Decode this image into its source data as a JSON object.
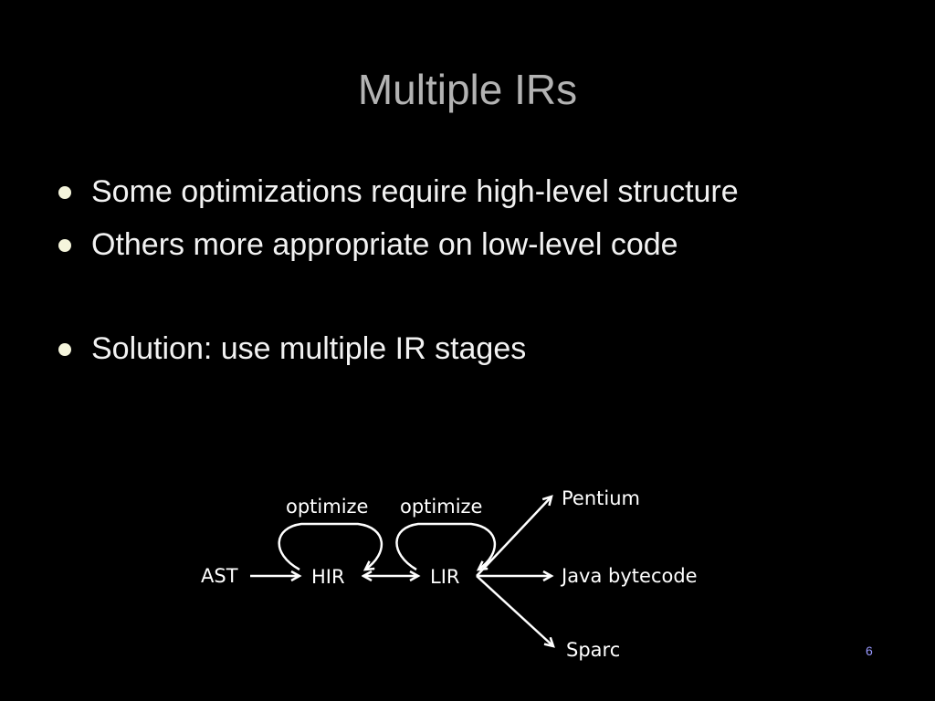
{
  "slide": {
    "title": "Multiple IRs",
    "bullets": [
      "Some optimizations require high-level structure",
      "Others more appropriate on low-level code",
      "Solution: use multiple IR stages"
    ],
    "page_number": "6"
  },
  "diagram": {
    "nodes": {
      "ast": "AST",
      "hir": "HIR",
      "lir": "LIR",
      "pentium": "Pentium",
      "java_bytecode": "Java bytecode",
      "sparc": "Sparc"
    },
    "loop_labels": {
      "hir_optimize": "optimize",
      "lir_optimize": "optimize"
    }
  },
  "colors": {
    "background": "#000000",
    "title": "#b3b3b3",
    "text": "#f2f2f2",
    "bullet_dot": "#f5f5dc",
    "page_number": "#9999ff"
  }
}
